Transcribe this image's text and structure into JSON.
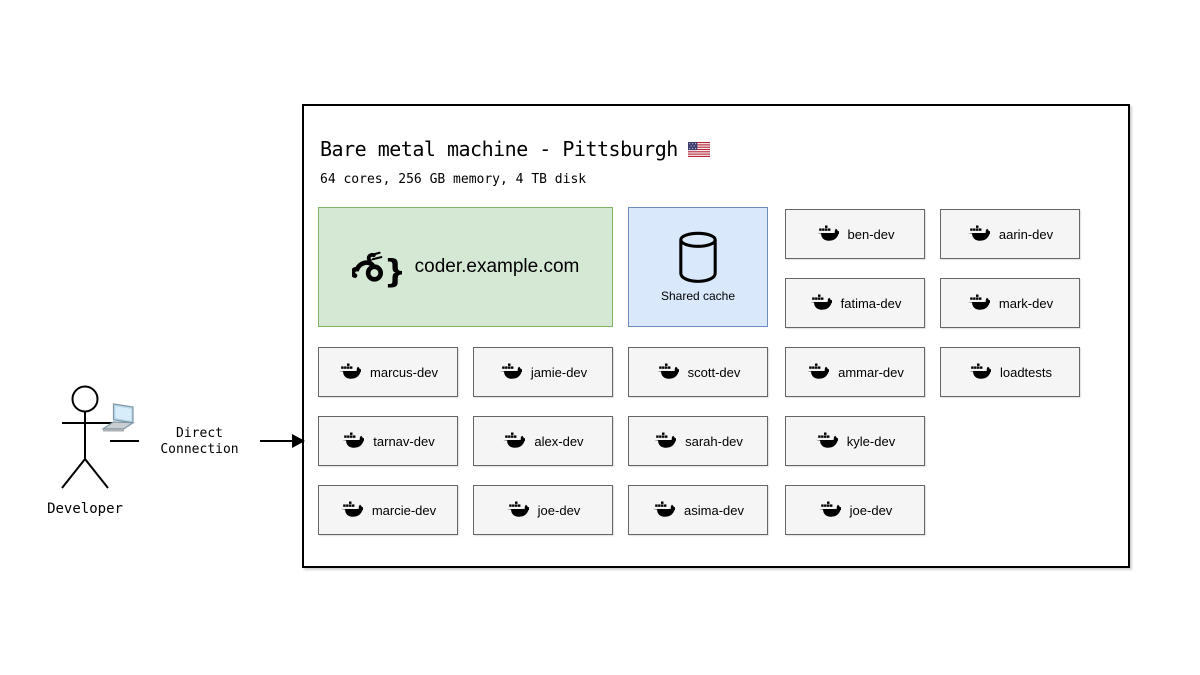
{
  "colors": {
    "green-fill": "#d5e8d4",
    "green-stroke": "#82b366",
    "blue-fill": "#dae8fc",
    "blue-stroke": "#6c8ebf",
    "gray-fill": "#f5f5f5",
    "gray-stroke": "#666666",
    "text": "#000000"
  },
  "machine": {
    "title": "Bare metal machine - Pittsburgh",
    "flag_icon": "us-flag",
    "specs": "64 cores, 256 GB memory, 4 TB disk",
    "coder_server": {
      "icon": "coder-logo",
      "label": "coder.example.com"
    },
    "shared_cache": {
      "icon": "database-cylinder",
      "label": "Shared cache"
    },
    "workspace_icon": "docker-whale",
    "containers": {
      "right_top": [
        "ben-dev",
        "aarin-dev",
        "fatima-dev",
        "mark-dev"
      ],
      "row2": [
        "marcus-dev",
        "jamie-dev",
        "scott-dev",
        "ammar-dev",
        "loadtests"
      ],
      "row3": [
        "tarnav-dev",
        "alex-dev",
        "sarah-dev",
        "kyle-dev"
      ],
      "row4": [
        "marcie-dev",
        "joe-dev",
        "asima-dev",
        "joe-dev"
      ]
    }
  },
  "developer": {
    "icon": "stick-figure",
    "device_icon": "laptop",
    "label": "Developer"
  },
  "connection": {
    "line1": "Direct",
    "line2": "Connection"
  }
}
